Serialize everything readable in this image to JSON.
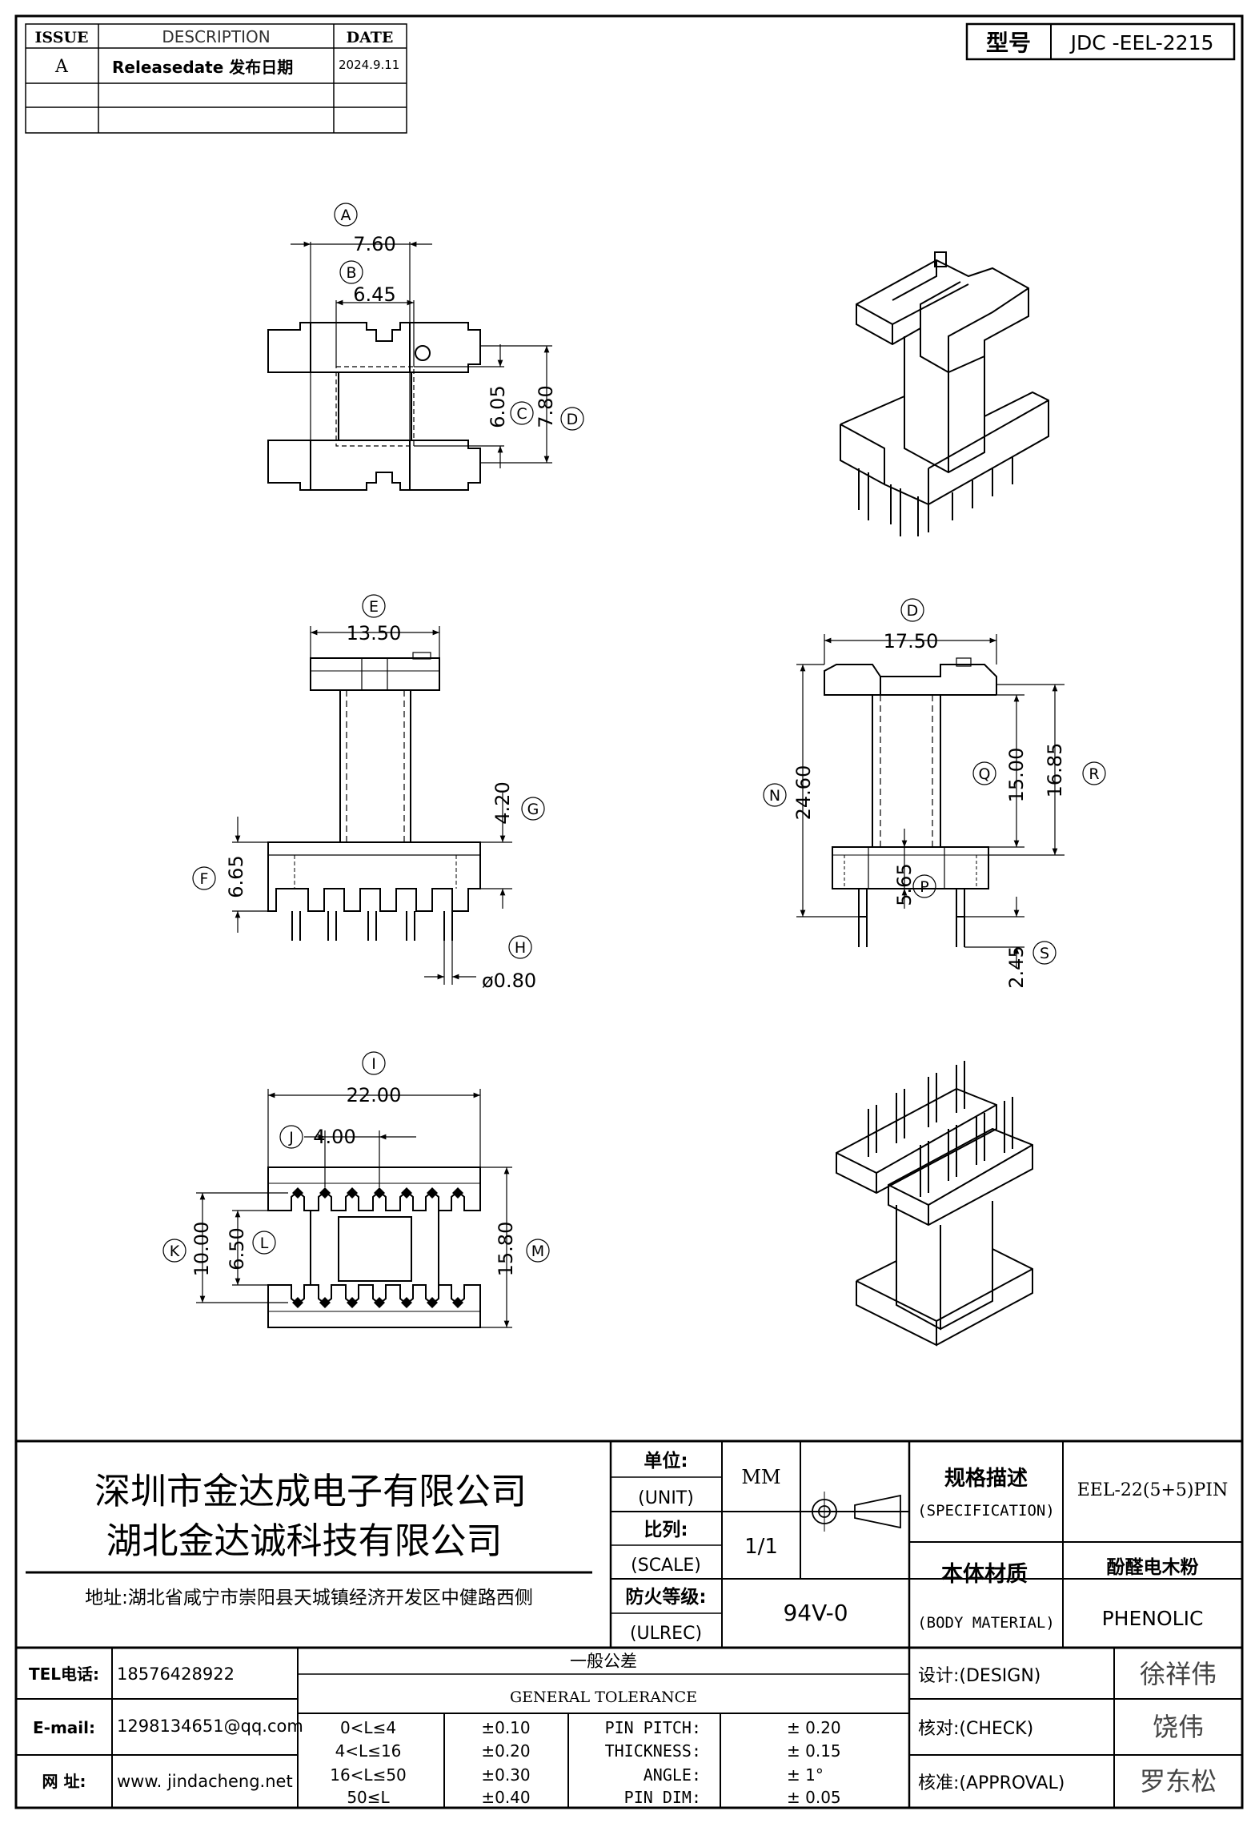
{
  "revision_table": {
    "headers": {
      "issue": "ISSUE",
      "description": "DESCRIPTION",
      "date": "DATE"
    },
    "rows": [
      {
        "issue": "A",
        "description": "Releasedate 发布日期",
        "date": "2024.9.11"
      }
    ]
  },
  "model": {
    "label": "型号",
    "value": "JDC -EEL-2215"
  },
  "dims": {
    "A": "A",
    "A_val": "7.60",
    "B": "B",
    "B_val": "6.45",
    "C": "C",
    "C_val": "6.05",
    "D": "D",
    "D_val": "7.80",
    "E": "E",
    "E_val": "13.50",
    "F": "F",
    "F_val": "6.65",
    "G": "G",
    "G_val": "4.20",
    "H": "H",
    "H_val": "ø0.80",
    "D2": "D",
    "D2_val": "17.50",
    "N": "N",
    "N_val": "24.60",
    "Q": "Q",
    "Q_val": "15.00",
    "R": "R",
    "R_val": "16.85",
    "P": "P",
    "P_val": "5.65",
    "S": "S",
    "S_val": "2.45",
    "I": "I",
    "I_val": "22.00",
    "J": "J",
    "J_val": "4.00",
    "K": "K",
    "K_val": "10.00",
    "L": "L",
    "L_val": "6.50",
    "M": "M",
    "M_val": "15.80"
  },
  "title_block": {
    "company1": "深圳市金达成电子有限公司",
    "company2": "湖北金达诚科技有限公司",
    "address": "地址:湖北省咸宁市崇阳县天城镇经济开发区中健路西侧",
    "unit_label": "单位:",
    "unit_label_en": "(UNIT)",
    "unit_value": "MM",
    "scale_label": "比列:",
    "scale_label_en": "(SCALE)",
    "scale_value": "1/1",
    "fire_label": "防火等级:",
    "fire_label_en": "(ULREC)",
    "fire_value": "94V-0",
    "spec_label": "规格描述",
    "spec_label_en": "(SPECIFICATION)",
    "spec_value": "EEL-22(5+5)PIN",
    "material_label": "本体材质",
    "material_label_en": "(BODY MATERIAL)",
    "material_value_cn": "酚醛电木粉",
    "material_value_en": "PHENOLIC",
    "tel_label": "TEL电话:",
    "tel_value": "18576428922",
    "email_label": "E-mail:",
    "email_value": "1298134651@qq.com",
    "web_label": "网  址:",
    "web_value": "www. jindacheng.net",
    "tol_title_cn": "一般公差",
    "tol_title_en": "GENERAL TOLERANCE",
    "tolerances": [
      {
        "range": "0<L≤4",
        "tol": "±0.10",
        "name": "PIN PITCH:",
        "val": "±  0.20"
      },
      {
        "range": "4<L≤16",
        "tol": "±0.20",
        "name": "THICKNESS:",
        "val": "±  0.15"
      },
      {
        "range": "16<L≤50",
        "tol": "±0.30",
        "name": "ANGLE:",
        "val": "±  1°"
      },
      {
        "range": "50≤L",
        "tol": "±0.40",
        "name": "PIN DIM:",
        "val": "±  0.05"
      }
    ],
    "design_label": "设计:(DESIGN)",
    "design_name": "徐祥伟",
    "check_label": "核对:(CHECK)",
    "check_name": "饶伟",
    "approval_label": "核准:(APPROVAL)",
    "approval_name": "罗东松"
  }
}
